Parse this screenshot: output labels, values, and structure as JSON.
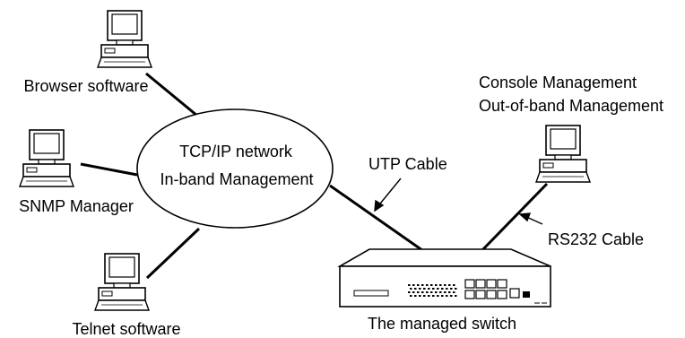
{
  "network": {
    "line1": "TCP/IP network",
    "line2": "In-band Management"
  },
  "computers": {
    "browser": "Browser software",
    "snmp": "SNMP Manager",
    "telnet": "Telnet software",
    "console_line1": "Console Management",
    "console_line2": "Out-of-band Management"
  },
  "cables": {
    "utp": "UTP Cable",
    "rs232": "RS232 Cable"
  },
  "device": {
    "switch_label": "The managed switch"
  },
  "colors": {
    "stroke": "#000000",
    "background": "#ffffff"
  }
}
